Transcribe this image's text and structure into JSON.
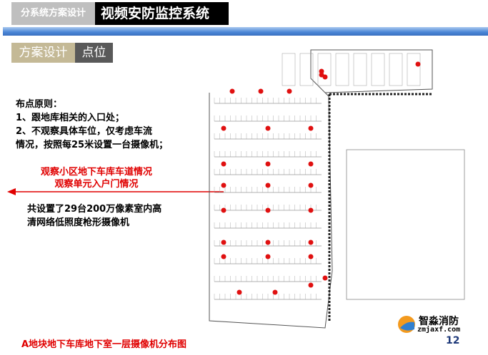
{
  "header": {
    "section": "分系统方案设计",
    "title": "视频安防监控系统"
  },
  "subheader": {
    "tab1": "方案设计",
    "tab2": "点位"
  },
  "principles": {
    "heading": "布点原则：",
    "line1": "1、跟地库相关的入口处；",
    "line2": "2、不观察具体车位，仅考虑车流",
    "line3": "情况，按照每25米设置一台摄像机；"
  },
  "callout": {
    "line1": "观察小区地下车库车道情况",
    "line2": "观察单元入户门情况"
  },
  "summary": {
    "line1": "共设置了29台200万像素室内高",
    "line2": "清网络低照度枪形摄像机"
  },
  "caption": "A地块地下车库地下室一层摄像机分布图",
  "logo": {
    "name": "智淼消防",
    "url": "zmjaxf.com"
  },
  "page_number": "12",
  "colors": {
    "camera": "#e01010",
    "accent": "#4a86d6",
    "red_text": "#e00000"
  }
}
